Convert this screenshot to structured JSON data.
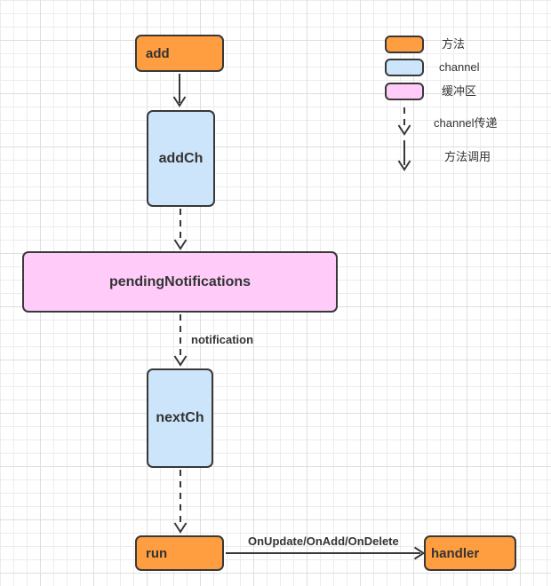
{
  "diagram": {
    "nodes": {
      "add": {
        "label": "add",
        "type": "method"
      },
      "addCh": {
        "label": "addCh",
        "type": "channel"
      },
      "pending": {
        "label": "pendingNotifications",
        "type": "buffer"
      },
      "nextCh": {
        "label": "nextCh",
        "type": "channel"
      },
      "run": {
        "label": "run",
        "type": "method"
      },
      "handler": {
        "label": "handler",
        "type": "method"
      }
    },
    "edges": {
      "notification_label": "notification",
      "run_handler_label": "OnUpdate/OnAdd/OnDelete"
    }
  },
  "legend": {
    "items": [
      {
        "key": "method-swatch",
        "label": "方法"
      },
      {
        "key": "channel-swatch",
        "label": "channel"
      },
      {
        "key": "buffer-swatch",
        "label": "缓冲区"
      },
      {
        "key": "dashed-arrow",
        "label": "channel传递"
      },
      {
        "key": "solid-arrow",
        "label": "方法调用"
      }
    ]
  },
  "colors": {
    "method_fill": "#FF9E40",
    "channel_fill": "#CCE5FA",
    "buffer_fill": "#FFCCFA",
    "stroke": "#383838",
    "text": "#333333",
    "grid_minor": "#ececec",
    "grid_major": "#dfdfdf"
  }
}
